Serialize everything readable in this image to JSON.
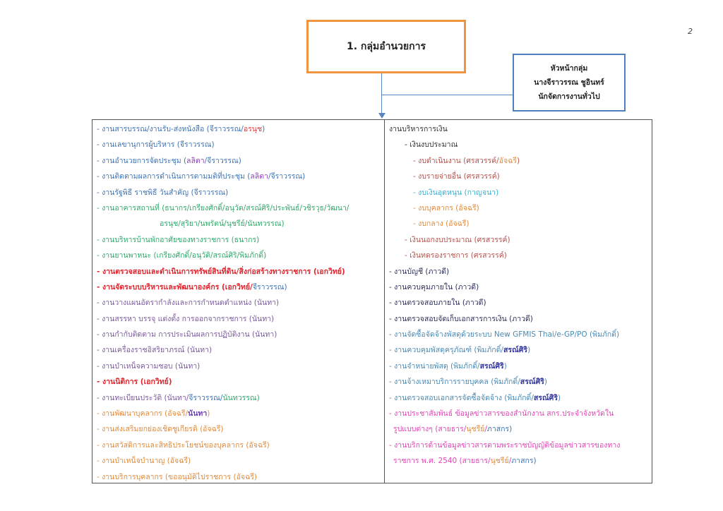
{
  "page_number": "2",
  "title": "1. กลุ่มอำนวยการ",
  "head": {
    "role": "หัวหน้ากลุ่ม",
    "name": "นางจีราวรรณ  ชูอินทร์",
    "position": "นักจัดการงานทั่วไป"
  },
  "colors": {
    "title_border": "#f0953f",
    "head_border": "#4f7fbf",
    "connector": "#5b85c0"
  },
  "left_lines": [
    {
      "segs": [
        {
          "t": "- งานสารบรรณ/งานรับ-ส่งหนังสือ (จีราวรรณ/",
          "c": "#3d73b5"
        },
        {
          "t": "อรนุช",
          "c": "#e2333b"
        },
        {
          "t": ")",
          "c": "#3d73b5"
        }
      ]
    },
    {
      "segs": [
        {
          "t": "- งานเลขานุการผู้บริหาร (จีราวรรณ)",
          "c": "#3d73b5"
        }
      ]
    },
    {
      "segs": [
        {
          "t": "- งานอำนวยการจัดประชุม (",
          "c": "#3d73b5"
        },
        {
          "t": "ลลิตา",
          "c": "#8e3fb5"
        },
        {
          "t": "/จีราวรรณ)",
          "c": "#3d73b5"
        }
      ]
    },
    {
      "segs": [
        {
          "t": "- งานติดตามผลการดำเนินการตามมติที่ประชุม (",
          "c": "#3d73b5"
        },
        {
          "t": "ลลิตา",
          "c": "#8e3fb5"
        },
        {
          "t": "/จีราวรรณ)",
          "c": "#3d73b5"
        }
      ]
    },
    {
      "segs": [
        {
          "t": "- งานรัฐพิธี ราชพิธี วันสำคัญ (จีราวรรณ)",
          "c": "#3d73b5"
        }
      ]
    },
    {
      "segs": [
        {
          "t": "- งานอาคารสถานที่ (ธนากร/เกรียงศักดิ์/อนุวัต/สรณ์ศิริ/ประพันธ์/วชิรวุธ/วัฒนา/",
          "c": "#2fa86a"
        }
      ]
    },
    {
      "cont": true,
      "segs": [
        {
          "t": "อรนุช/สุริยา/นพรัตน์/นุชรีย์/นันทวรรณ)",
          "c": "#2fa86a"
        }
      ]
    },
    {
      "segs": [
        {
          "t": "- งานบริหารบ้านพักอาศัยของทางราชการ (ธนากร)",
          "c": "#2fa86a"
        }
      ]
    },
    {
      "segs": [
        {
          "t": "- งานยานพาหนะ (เกรียงศักดิ์/อนุวัติ/สรณ์ศิริ/พิมภักดิ์)",
          "c": "#2fa86a"
        }
      ]
    },
    {
      "segs": [
        {
          "t": "- งานตรวจสอบและดำเนินการทรัพย์สินที่ดิน/สิ่งก่อสร้างทางราชการ (เอกวิทย์)",
          "c": "#e0262f",
          "b": true
        }
      ]
    },
    {
      "segs": [
        {
          "t": "- งานจัดระบบบริหารและพัฒนาองค์กร (เอกวิทย์/",
          "c": "#e0262f",
          "b": true
        },
        {
          "t": "จีราวรรณ)",
          "c": "#3d73b5"
        }
      ]
    },
    {
      "segs": [
        {
          "t": "- งานวางแผนอัตรากำลังและการกำหนดตำแหน่ง (นันทา)",
          "c": "#7b5a9c"
        }
      ]
    },
    {
      "segs": [
        {
          "t": "- งานสรรหา บรรจุ แต่งตั้ง การออกจากราชการ (นันทา)",
          "c": "#7b5a9c"
        }
      ]
    },
    {
      "segs": [
        {
          "t": "- งานกำกับติดตาม การประเมินผลการปฏิบัติงาน (นันทา)",
          "c": "#7b5a9c"
        }
      ]
    },
    {
      "segs": [
        {
          "t": "- งานเครื่องราชอิสริยาภรณ์ (นันทา)",
          "c": "#7b5a9c"
        }
      ]
    },
    {
      "segs": [
        {
          "t": "- งานบำเหน็จความชอบ (นันทา)",
          "c": "#7b5a9c"
        }
      ]
    },
    {
      "segs": [
        {
          "t": "- งานนิติการ (เอกวิทย์)",
          "c": "#e0262f",
          "b": true
        }
      ]
    },
    {
      "segs": [
        {
          "t": "- งานทะเบียนประวัติ (นันทา/",
          "c": "#7b5a9c"
        },
        {
          "t": "จีราวรรณ/",
          "c": "#3d73b5"
        },
        {
          "t": "นันทวรรณ)",
          "c": "#2fa86a"
        }
      ]
    },
    {
      "segs": [
        {
          "t": "- งานพัฒนาบุคลากร (อัจฉรี/",
          "c": "#e08a3a"
        },
        {
          "t": "นันทา",
          "c": "#6a3fb0",
          "b": true
        },
        {
          "t": ")",
          "c": "#e08a3a"
        }
      ]
    },
    {
      "segs": [
        {
          "t": "- งานส่งเสริมยกย่องเชิดชูเกียรติ (อัจฉรี)",
          "c": "#e08a3a"
        }
      ]
    },
    {
      "segs": [
        {
          "t": "- งานสวัสดิการและสิทธิประโยชน์ของบุคลากร (อัจฉรี)",
          "c": "#e08a3a"
        }
      ]
    },
    {
      "segs": [
        {
          "t": "- งานบำเหน็จบำนาญ (อัจฉรี)",
          "c": "#e08a3a"
        }
      ]
    },
    {
      "segs": [
        {
          "t": "- งานบริการบุคลากร (ขออนุมัติไปราชการ (อัจฉรี)",
          "c": "#e08a3a"
        }
      ]
    }
  ],
  "right_lines": [
    {
      "lvl": 0,
      "segs": [
        {
          "t": "งานบริหารการเงิน",
          "c": "#333333"
        }
      ]
    },
    {
      "lvl": 1,
      "segs": [
        {
          "t": "- เงินงบประมาณ",
          "c": "#333333"
        }
      ]
    },
    {
      "lvl": 2,
      "segs": [
        {
          "t": "- งบดำเนินงาน (ศรสวรรค์/",
          "c": "#b5524c"
        },
        {
          "t": "อัจฉรี",
          "c": "#e08a3a"
        },
        {
          "t": ")",
          "c": "#b5524c"
        }
      ]
    },
    {
      "lvl": 2,
      "segs": [
        {
          "t": "- งบรายจ่ายอื่น (ศรสวรรค์)",
          "c": "#b5524c"
        }
      ]
    },
    {
      "lvl": 2,
      "segs": [
        {
          "t": "- งบเงินอุดหนุน (กาญจนา)",
          "c": "#35b0d5"
        }
      ]
    },
    {
      "lvl": 2,
      "segs": [
        {
          "t": "- งบบุคลากร (อัจฉรี)",
          "c": "#e08a3a"
        }
      ]
    },
    {
      "lvl": 2,
      "segs": [
        {
          "t": "- งบกลาง (อัจฉรี)",
          "c": "#e08a3a"
        }
      ]
    },
    {
      "lvl": 1,
      "segs": [
        {
          "t": "- เงินนอกงบประมาณ (ศรสวรรค์)",
          "c": "#b5524c"
        }
      ]
    },
    {
      "lvl": 1,
      "segs": [
        {
          "t": "- เงินทดรองราชการ (ศรสวรรค์)",
          "c": "#b5524c"
        }
      ]
    },
    {
      "lvl": 0,
      "segs": [
        {
          "t": "- งานบัญชี (ภาวดี)",
          "c": "#2b2f5c"
        }
      ]
    },
    {
      "lvl": 0,
      "segs": [
        {
          "t": "- งานควบคุมภายใน (ภาวดี)",
          "c": "#2b2f5c"
        }
      ]
    },
    {
      "lvl": 0,
      "segs": [
        {
          "t": "- งานตรวจสอบภายใน (ภาวดี)",
          "c": "#2b2f5c"
        }
      ]
    },
    {
      "lvl": 0,
      "segs": [
        {
          "t": "- งานตรวจสอบจัดเก็บเอกสารการเงิน (ภาวดี)",
          "c": "#2b2f5c"
        }
      ]
    },
    {
      "lvl": 0,
      "segs": [
        {
          "t": "- งานจัดซื้อจัดจ้างพัสดุด้วยระบบ New GFMIS Thai/e-GP/PO (พิมภักดิ์)",
          "c": "#4a8ab5"
        }
      ]
    },
    {
      "lvl": 0,
      "segs": [
        {
          "t": "- งานควบคุมพัสดุครุภัณฑ์ (พิมภักดิ์/",
          "c": "#4a8ab5"
        },
        {
          "t": "สรณ์ศิริ",
          "c": "#34389c",
          "b": true
        },
        {
          "t": ")",
          "c": "#4a8ab5"
        }
      ]
    },
    {
      "lvl": 0,
      "segs": [
        {
          "t": "- งานจำหน่ายพัสดุ (พิมภักดิ์/",
          "c": "#4a8ab5"
        },
        {
          "t": "สรณ์ศิริ",
          "c": "#34389c",
          "b": true
        },
        {
          "t": ")",
          "c": "#4a8ab5"
        }
      ]
    },
    {
      "lvl": 0,
      "segs": [
        {
          "t": "- งานจ้างเหมาบริการรายบุคคล (พิมภักดิ์/",
          "c": "#4a8ab5"
        },
        {
          "t": "สรณ์ศิริ",
          "c": "#34389c",
          "b": true
        },
        {
          "t": ")",
          "c": "#4a8ab5"
        }
      ]
    },
    {
      "lvl": 0,
      "segs": [
        {
          "t": "- งานตรวจสอบเอกสารจัดซื้อจัดจ้าง (พิมภักดิ์/",
          "c": "#4a8ab5"
        },
        {
          "t": "สรณ์ศิริ",
          "c": "#34389c",
          "b": true
        },
        {
          "t": ")",
          "c": "#4a8ab5"
        }
      ]
    },
    {
      "lvl": 0,
      "segs": [
        {
          "t": "- งานประชาสัมพันธ์ ข้อมูลข่าวสารของสำนักงาน สกร.ประจำจังหวัดใน",
          "c": "#e045b5"
        }
      ]
    },
    {
      "lvl": 0,
      "cont": true,
      "segs": [
        {
          "t": "รูปแบบต่างๆ  (สายธาร/",
          "c": "#e045b5"
        },
        {
          "t": "นุชรีย์",
          "c": "#e08a3a"
        },
        {
          "t": "/",
          "c": "#e045b5"
        },
        {
          "t": "ภาสกร)",
          "c": "#3d73b5"
        }
      ]
    },
    {
      "lvl": 0,
      "segs": [
        {
          "t": "- งานบริการด้านข้อมูลข่าวสารตามพระราชบัญญัติข้อมูลข่าวสารของทาง",
          "c": "#e045b5"
        }
      ]
    },
    {
      "lvl": 0,
      "cont": true,
      "segs": [
        {
          "t": "ราชการ พ.ศ. 2540 (สายธาร/",
          "c": "#e045b5"
        },
        {
          "t": "นุชรีย์",
          "c": "#e08a3a"
        },
        {
          "t": "/",
          "c": "#e045b5"
        },
        {
          "t": "ภาสกร)",
          "c": "#3d73b5"
        }
      ]
    }
  ]
}
